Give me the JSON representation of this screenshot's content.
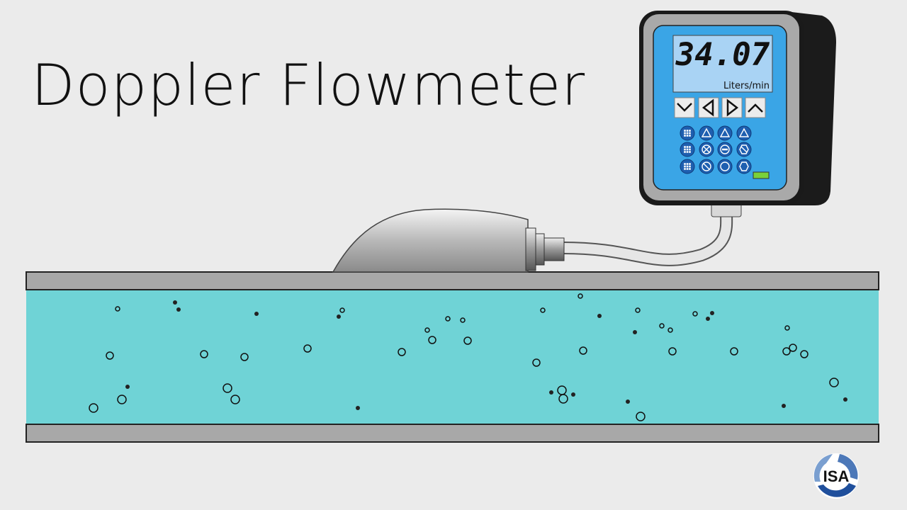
{
  "title": "Doppler Flowmeter",
  "meter": {
    "reading": "34.07",
    "unit": "Liters/min",
    "arrow_buttons": [
      "chevron-down",
      "triangle-left",
      "triangle-right",
      "chevron-up"
    ],
    "round_buttons": [
      [
        "grid-icon",
        "warning-icon",
        "alert-icon",
        "triangle-icon"
      ],
      [
        "grid-icon",
        "x-circle-icon",
        "minus-circle-icon",
        "hexagon-slash-icon"
      ],
      [
        "grid-icon",
        "slash-circle-icon",
        "circle-icon",
        "hexagon-icon"
      ]
    ]
  },
  "logo": {
    "text": "ISA"
  },
  "colors": {
    "background": "#ebebeb",
    "fluid": "#6fd3d6",
    "pipe_wall": "#a8a8a8",
    "meter_screen": "#3aa5e6",
    "lcd": "#a9d3f4",
    "battery": "#7ad13a"
  }
}
